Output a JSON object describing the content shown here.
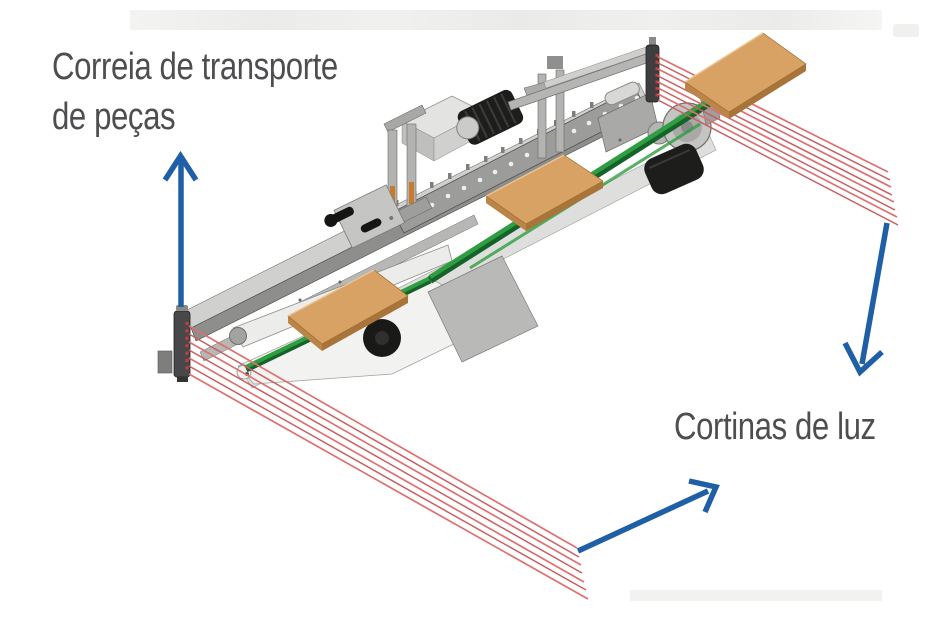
{
  "figure": {
    "type": "annotated-isometric-machine-diagram",
    "labels": {
      "belt_line1": "Correia de transporte",
      "belt_line2": "de peças",
      "light_curtains": "Cortinas de luz"
    },
    "colors": {
      "arrow_blue": "#1f5fa6",
      "curtain_red": "#dd7070",
      "curtain_red_dark": "#c75f62",
      "board_tan": "#d7a263",
      "board_side": "#bb8448",
      "board_side_dark": "#a97439",
      "belt_green": "#2f9e41",
      "belt_green_dark": "#16622b",
      "label_gray": "#4e4e50"
    },
    "light_curtains": {
      "left_beam_count": 7,
      "right_beam_count": 8
    },
    "boards_on_conveyor": 3
  }
}
